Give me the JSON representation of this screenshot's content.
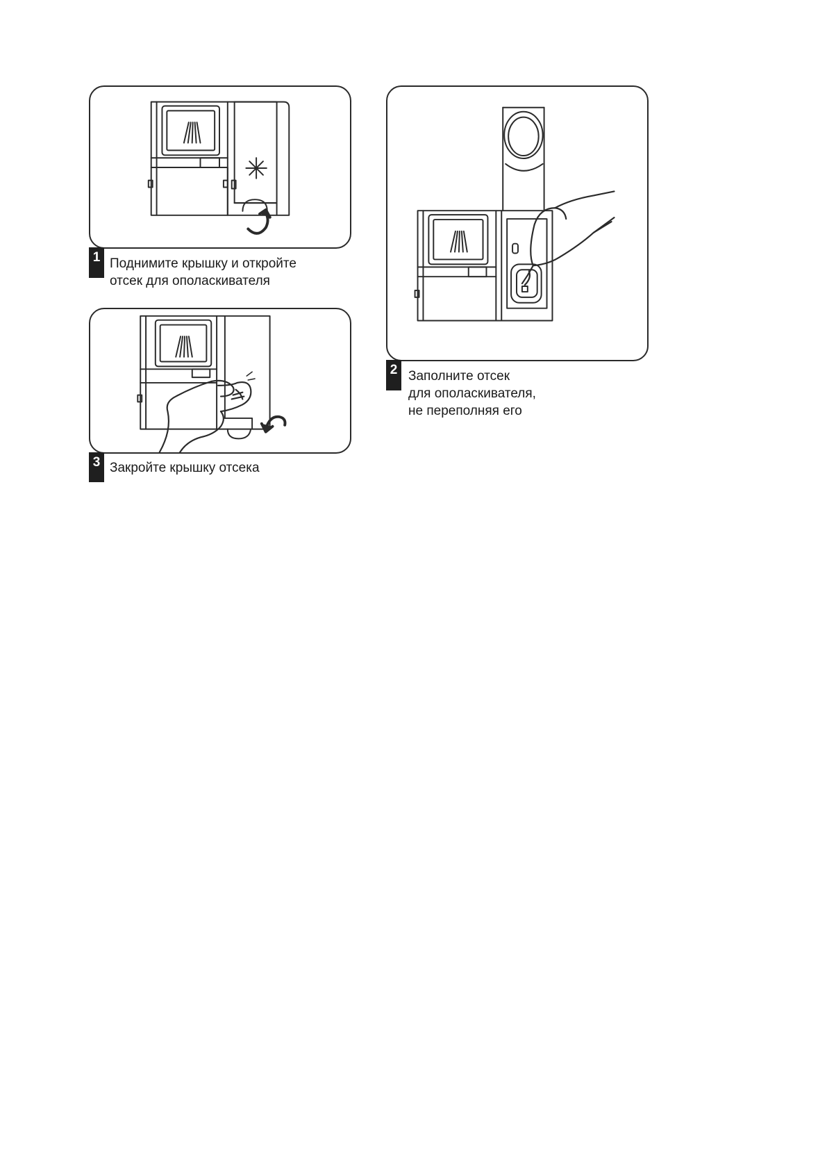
{
  "steps": [
    {
      "number": "1",
      "lines": [
        "Поднимите крышку и откройте",
        "отсек для ополаскивателя"
      ],
      "illustration": "dispenser-open-lid-icon"
    },
    {
      "number": "2",
      "lines": [
        "Заполните отсек",
        "для ополаскивателя,",
        "не переполняя его"
      ],
      "illustration": "dispenser-fill-bottle-icon"
    },
    {
      "number": "3",
      "lines": [
        "Закройте крышку отсека"
      ],
      "illustration": "dispenser-close-lid-icon"
    }
  ],
  "colors": {
    "line": "#2a2a2a",
    "badge": "#1f1f1f",
    "panel_bg": "#ffffff"
  }
}
